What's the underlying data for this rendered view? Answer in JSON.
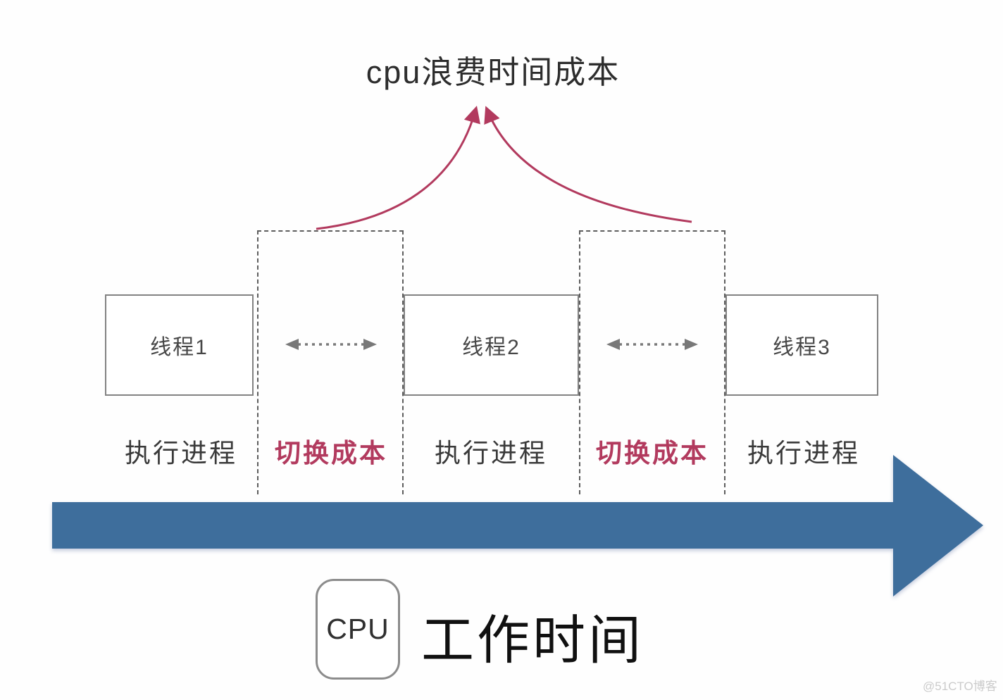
{
  "title": "cpu浪费时间成本",
  "threads": {
    "t1": "线程1",
    "t2": "线程2",
    "t3": "线程3"
  },
  "timeline_labels": {
    "exec1": "执行进程",
    "switch1": "切换成本",
    "exec2": "执行进程",
    "switch2": "切换成本",
    "exec3": "执行进程"
  },
  "cpu": {
    "label": "CPU",
    "caption": "工作时间"
  },
  "watermark": "@51CTO博客",
  "colors": {
    "switch_cost_red": "#b23a5e",
    "timeline_blue": "#3e6e9c",
    "box_border_gray": "#828282",
    "dashed_gray": "#5d5d5d",
    "text_dark": "#3a3a3a",
    "watermark_gray": "#cbcbcb"
  }
}
